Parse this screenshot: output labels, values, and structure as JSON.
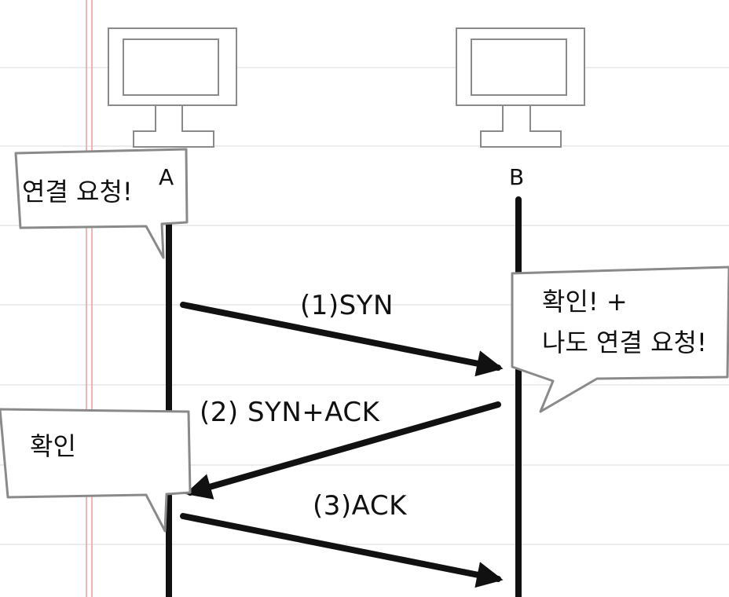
{
  "colors": {
    "ink": "#111111",
    "outline": "#8a8a8a",
    "rule_line": "#ececec",
    "margin_line": "#e8a3a3",
    "paper": "#ffffff"
  },
  "icons": [
    "computer-monitor-icon",
    "computer-monitor-icon"
  ],
  "hosts": {
    "a_label": "A",
    "b_label": "B"
  },
  "messages": [
    {
      "label": "(1)SYN",
      "from": "A",
      "to": "B"
    },
    {
      "label": "(2) SYN+ACK",
      "from": "B",
      "to": "A"
    },
    {
      "label": "(3)ACK",
      "from": "A",
      "to": "B"
    }
  ],
  "bubbles": {
    "a_request": "연결 요청!",
    "b_reply_line1": "확인! +",
    "b_reply_line2": "나도 연결 요청!",
    "a_confirm": "확인"
  }
}
